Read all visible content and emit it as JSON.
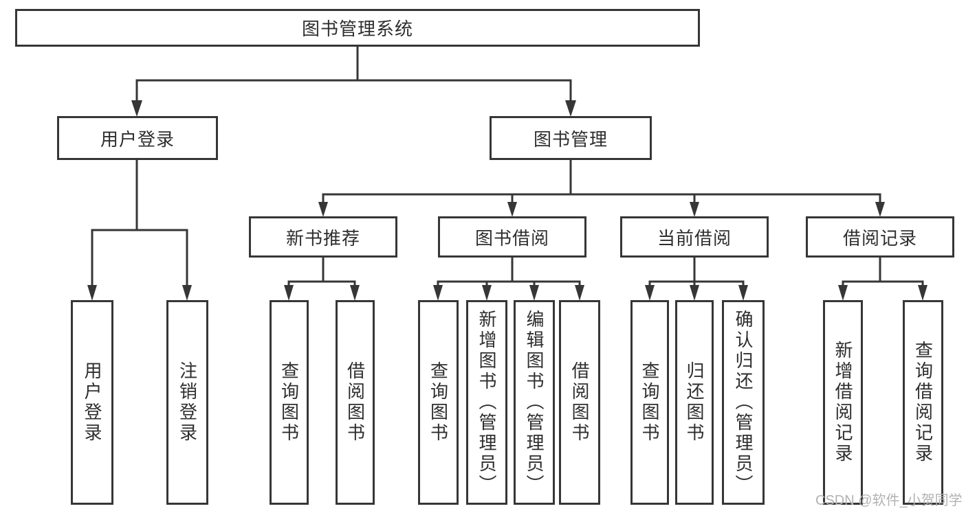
{
  "tree": {
    "label": "图书管理系统",
    "children": [
      {
        "label": "用户登录",
        "children": [
          {
            "label": "用户登录"
          },
          {
            "label": "注销登录"
          }
        ]
      },
      {
        "label": "图书管理",
        "children": [
          {
            "label": "新书推荐",
            "children": [
              {
                "label": "查询图书"
              },
              {
                "label": "借阅图书"
              }
            ]
          },
          {
            "label": "图书借阅",
            "children": [
              {
                "label": "查询图书"
              },
              {
                "label": "新增图书（管理员）"
              },
              {
                "label": "编辑图书（管理员）"
              },
              {
                "label": "借阅图书"
              }
            ]
          },
          {
            "label": "当前借阅",
            "children": [
              {
                "label": "查询图书"
              },
              {
                "label": "归还图书"
              },
              {
                "label": "确认归还（管理员）"
              }
            ]
          },
          {
            "label": "借阅记录",
            "children": [
              {
                "label": "新增借阅记录"
              },
              {
                "label": "查询借阅记录"
              }
            ]
          }
        ]
      }
    ]
  },
  "watermark": "CSDN @软件_小贺同学",
  "colors": {
    "line": "#363636",
    "text": "#2e2e2e",
    "watermark": "#b2b2b2",
    "background": "#ffffff"
  }
}
